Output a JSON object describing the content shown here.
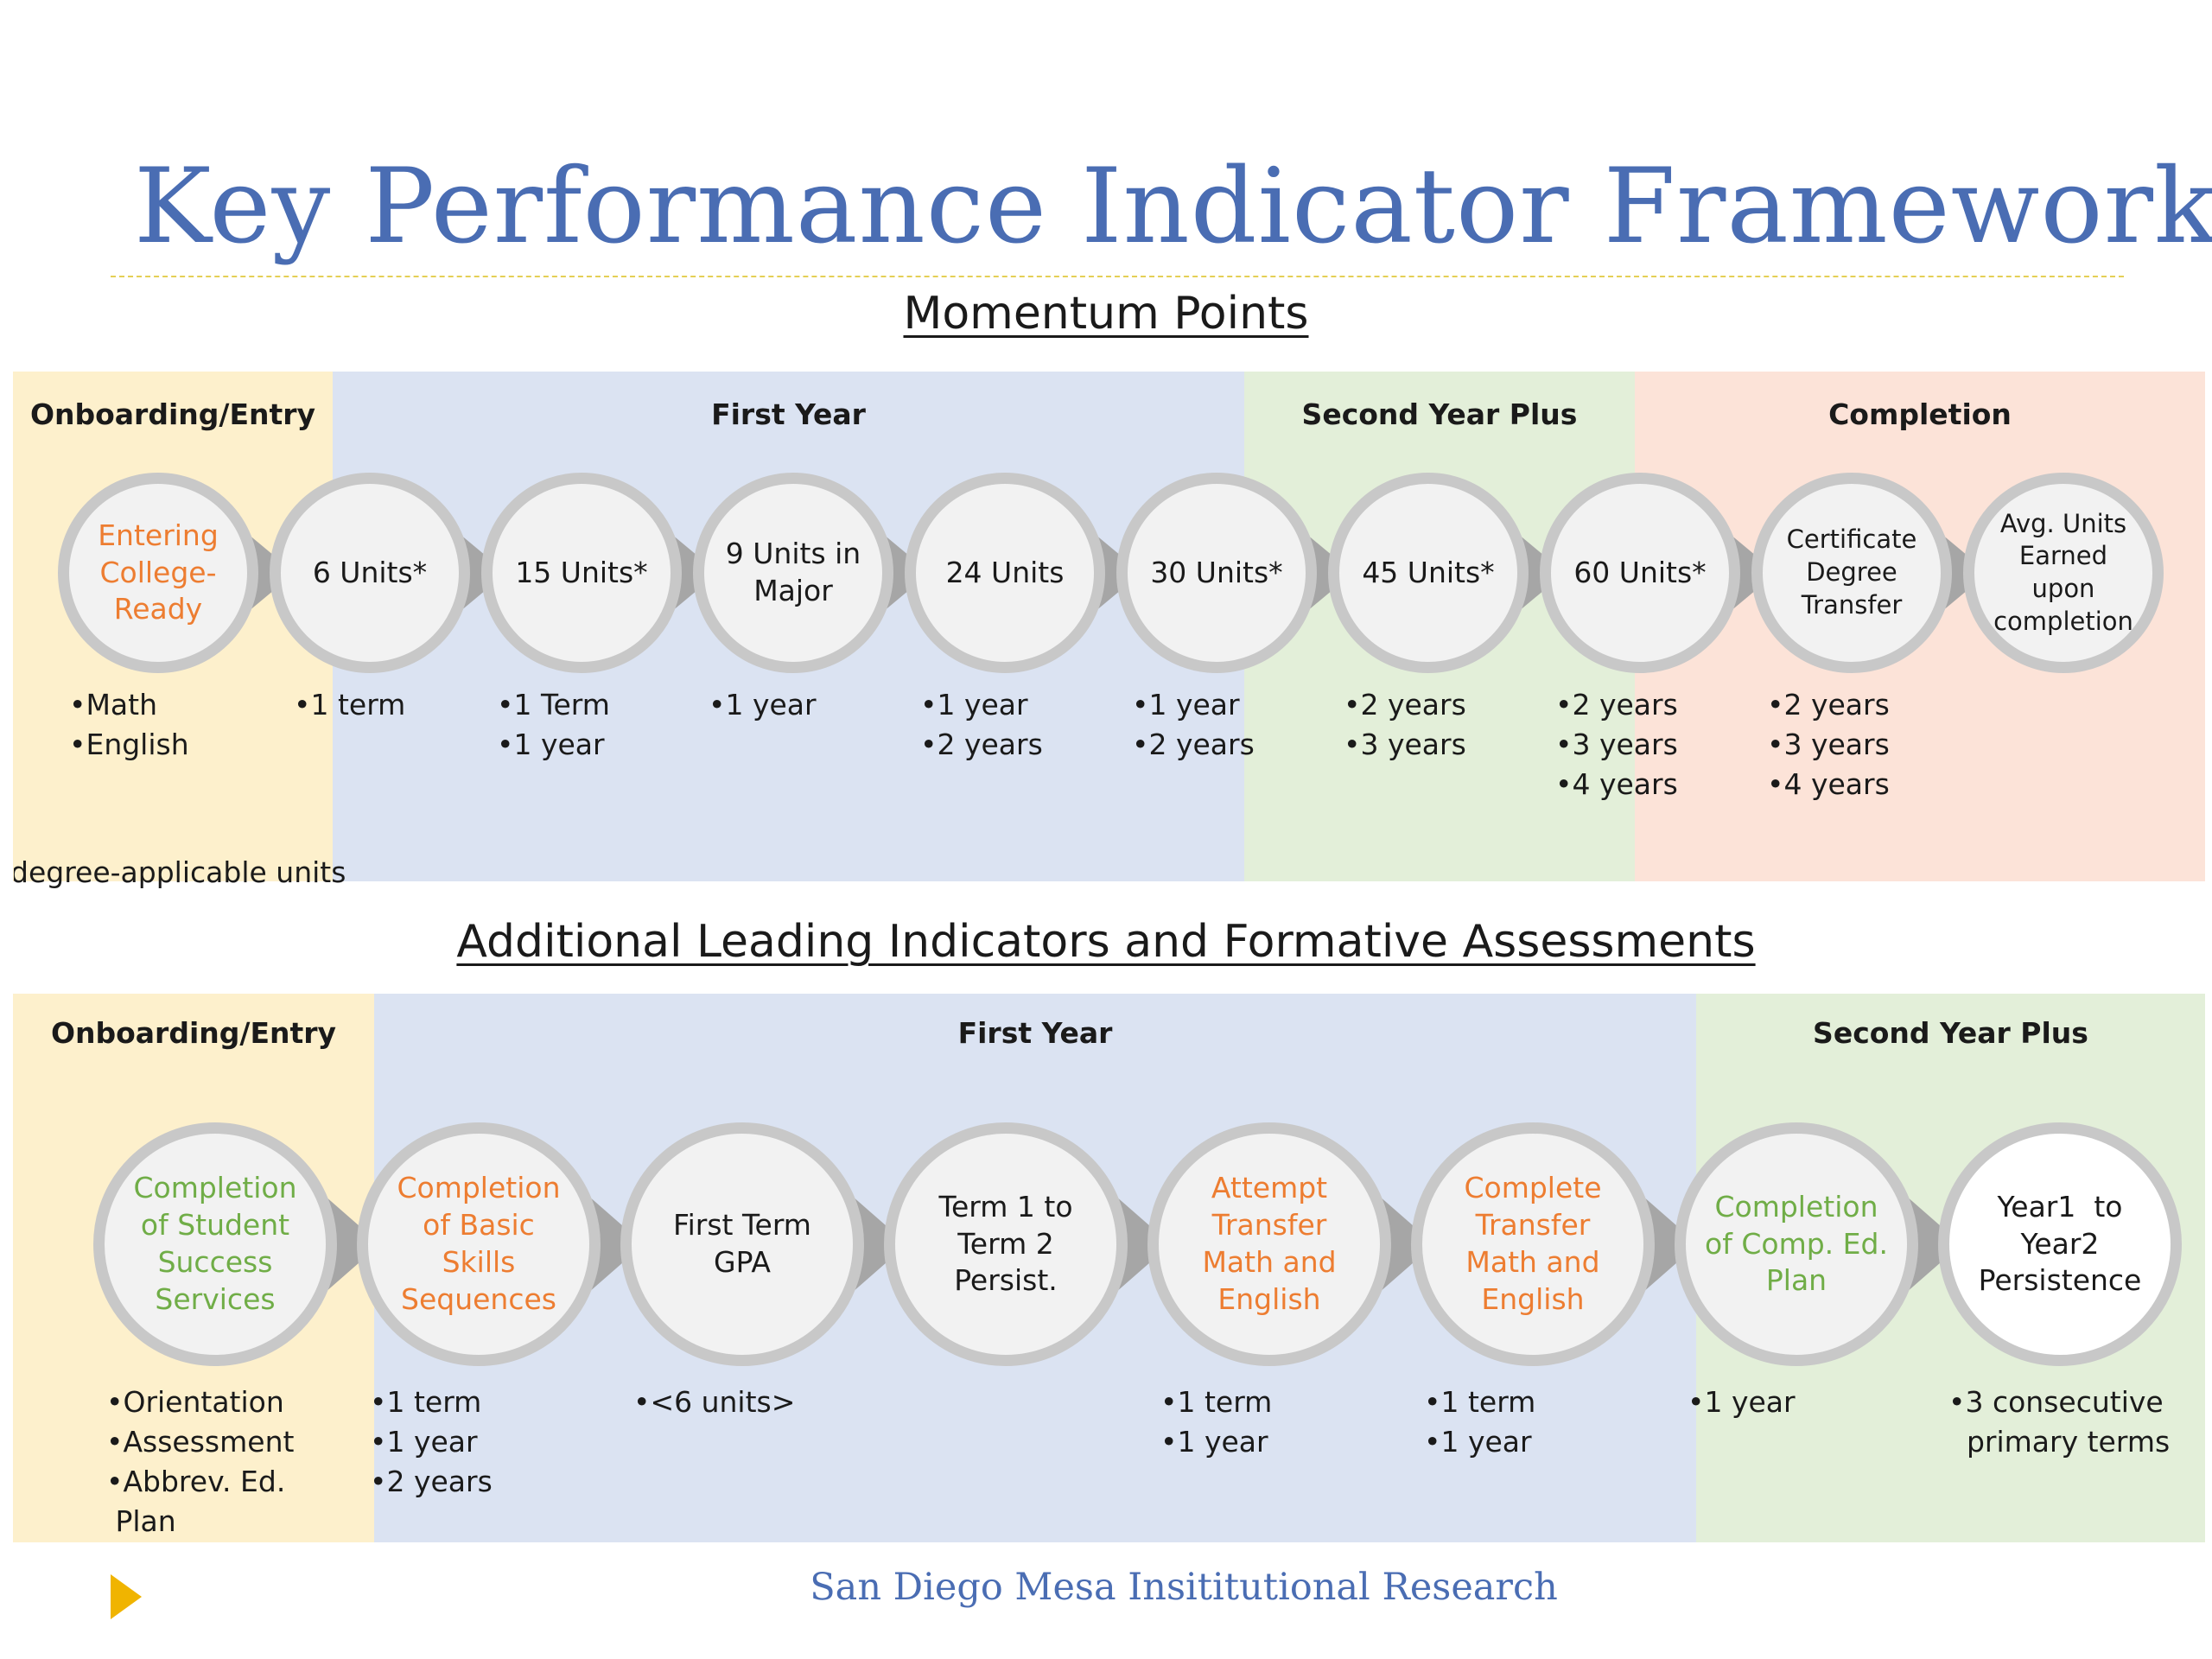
{
  "title": "Key Performance Indicator Framework",
  "section1": {
    "heading": "Momentum Points",
    "bands": [
      {
        "label": "Onboarding/Entry",
        "color": "#fdf0cc"
      },
      {
        "label": "First Year",
        "color": "#dbe3f2"
      },
      {
        "label": "Second Year Plus",
        "color": "#e3efd9"
      },
      {
        "label": "Completion",
        "color": "#fce3d8"
      }
    ],
    "stages": [
      {
        "text": "Entering College-Ready",
        "lines": [
          "Entering",
          "College-",
          "Ready"
        ],
        "color": "#ed7d31",
        "notes": [
          "•Math",
          "•English"
        ]
      },
      {
        "text": "6 Units*",
        "lines": [
          "6 Units*"
        ],
        "notes": [
          "•1 term"
        ]
      },
      {
        "text": "15 Units*",
        "lines": [
          "15 Units*"
        ],
        "notes": [
          "•1 Term",
          "•1 year"
        ]
      },
      {
        "text": "9 Units in Major",
        "lines": [
          "9 Units in",
          "Major"
        ],
        "notes": [
          "•1 year"
        ]
      },
      {
        "text": "24 Units",
        "lines": [
          "24 Units"
        ],
        "notes": [
          "•1 year",
          "•2 years"
        ]
      },
      {
        "text": "30 Units*",
        "lines": [
          "30 Units*"
        ],
        "notes": [
          "•1 year",
          "•2 years"
        ]
      },
      {
        "text": "45 Units*",
        "lines": [
          "45 Units*"
        ],
        "notes": [
          "•2 years",
          "•3 years"
        ]
      },
      {
        "text": "60 Units*",
        "lines": [
          "60 Units*"
        ],
        "notes": [
          "•2 years",
          "•3 years",
          "•4 years"
        ]
      },
      {
        "text": "Certificate Degree Transfer",
        "lines": [
          "Certificate",
          "Degree",
          "Transfer"
        ],
        "small": true,
        "notes": [
          "•2 years",
          "•3 years",
          "•4 years"
        ]
      },
      {
        "text": "Avg. Units Earned upon completion",
        "lines": [
          "Avg. Units",
          "Earned",
          "upon",
          "completion"
        ],
        "small": true,
        "notes": []
      }
    ],
    "footnote": "degree-applicable units"
  },
  "section2": {
    "heading": "Additional Leading Indicators and Formative Assessments",
    "bands": [
      {
        "label": "Onboarding/Entry",
        "color": "#fdf0cc"
      },
      {
        "label": "First Year",
        "color": "#dbe3f2"
      },
      {
        "label": "Second Year Plus",
        "color": "#e3efd9"
      }
    ],
    "stages": [
      {
        "text": "Completion of Student Success Services",
        "lines": [
          "Completion",
          "of Student",
          "Success",
          "Services"
        ],
        "color": "#70ad47",
        "notes": [
          "•Orientation",
          "•Assessment",
          "•Abbrev. Ed.",
          " Plan"
        ]
      },
      {
        "text": "Completion of Basic Skills Sequences",
        "lines": [
          "Completion",
          "of Basic",
          "Skills",
          "Sequences"
        ],
        "color": "#ed7d31",
        "notes": [
          "•1 term",
          "•1 year",
          "•2 years"
        ]
      },
      {
        "text": "First Term GPA",
        "lines": [
          "First Term",
          "GPA"
        ],
        "notes": [
          "•<6 units>"
        ]
      },
      {
        "text": "Term 1 to Term 2 Persist.",
        "lines": [
          "Term 1 to",
          "Term 2",
          "Persist."
        ],
        "notes": []
      },
      {
        "text": "Attempt Transfer Math and English",
        "lines": [
          "Attempt",
          "Transfer",
          "Math and",
          "English"
        ],
        "color": "#ed7d31",
        "notes": [
          "•1 term",
          "•1 year"
        ]
      },
      {
        "text": "Complete Transfer Math and English",
        "lines": [
          "Complete",
          "Transfer",
          "Math and",
          "English"
        ],
        "color": "#ed7d31",
        "notes": [
          "•1 term",
          "•1 year"
        ]
      },
      {
        "text": "Completion of Comp. Ed. Plan",
        "lines": [
          "Completion",
          "of Comp. Ed.",
          "Plan"
        ],
        "color": "#70ad47",
        "notes": [
          "•1 year"
        ]
      },
      {
        "text": "Year1 to Year2 Persistence",
        "lines": [
          "Year1  to",
          "Year2",
          "Persistence"
        ],
        "white": true,
        "notes": [
          "•3 consecutive",
          "  primary terms"
        ]
      }
    ]
  },
  "footer": "San Diego Mesa Insititutional Research"
}
